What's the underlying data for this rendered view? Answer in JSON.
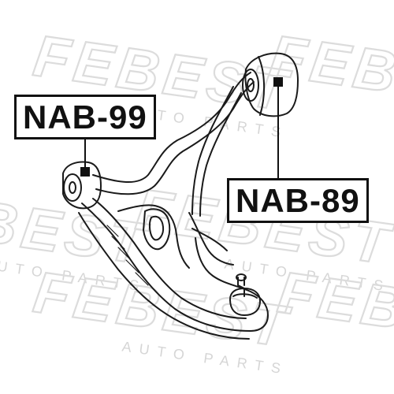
{
  "labels": {
    "part_a": "NAB-99",
    "part_b": "NAB-89"
  },
  "watermark": {
    "brand": "FEBEST",
    "sub": "AUTO PARTS"
  },
  "colors": {
    "ink": "#111111",
    "watermark": "#d9d9d9",
    "background": "#ffffff"
  }
}
